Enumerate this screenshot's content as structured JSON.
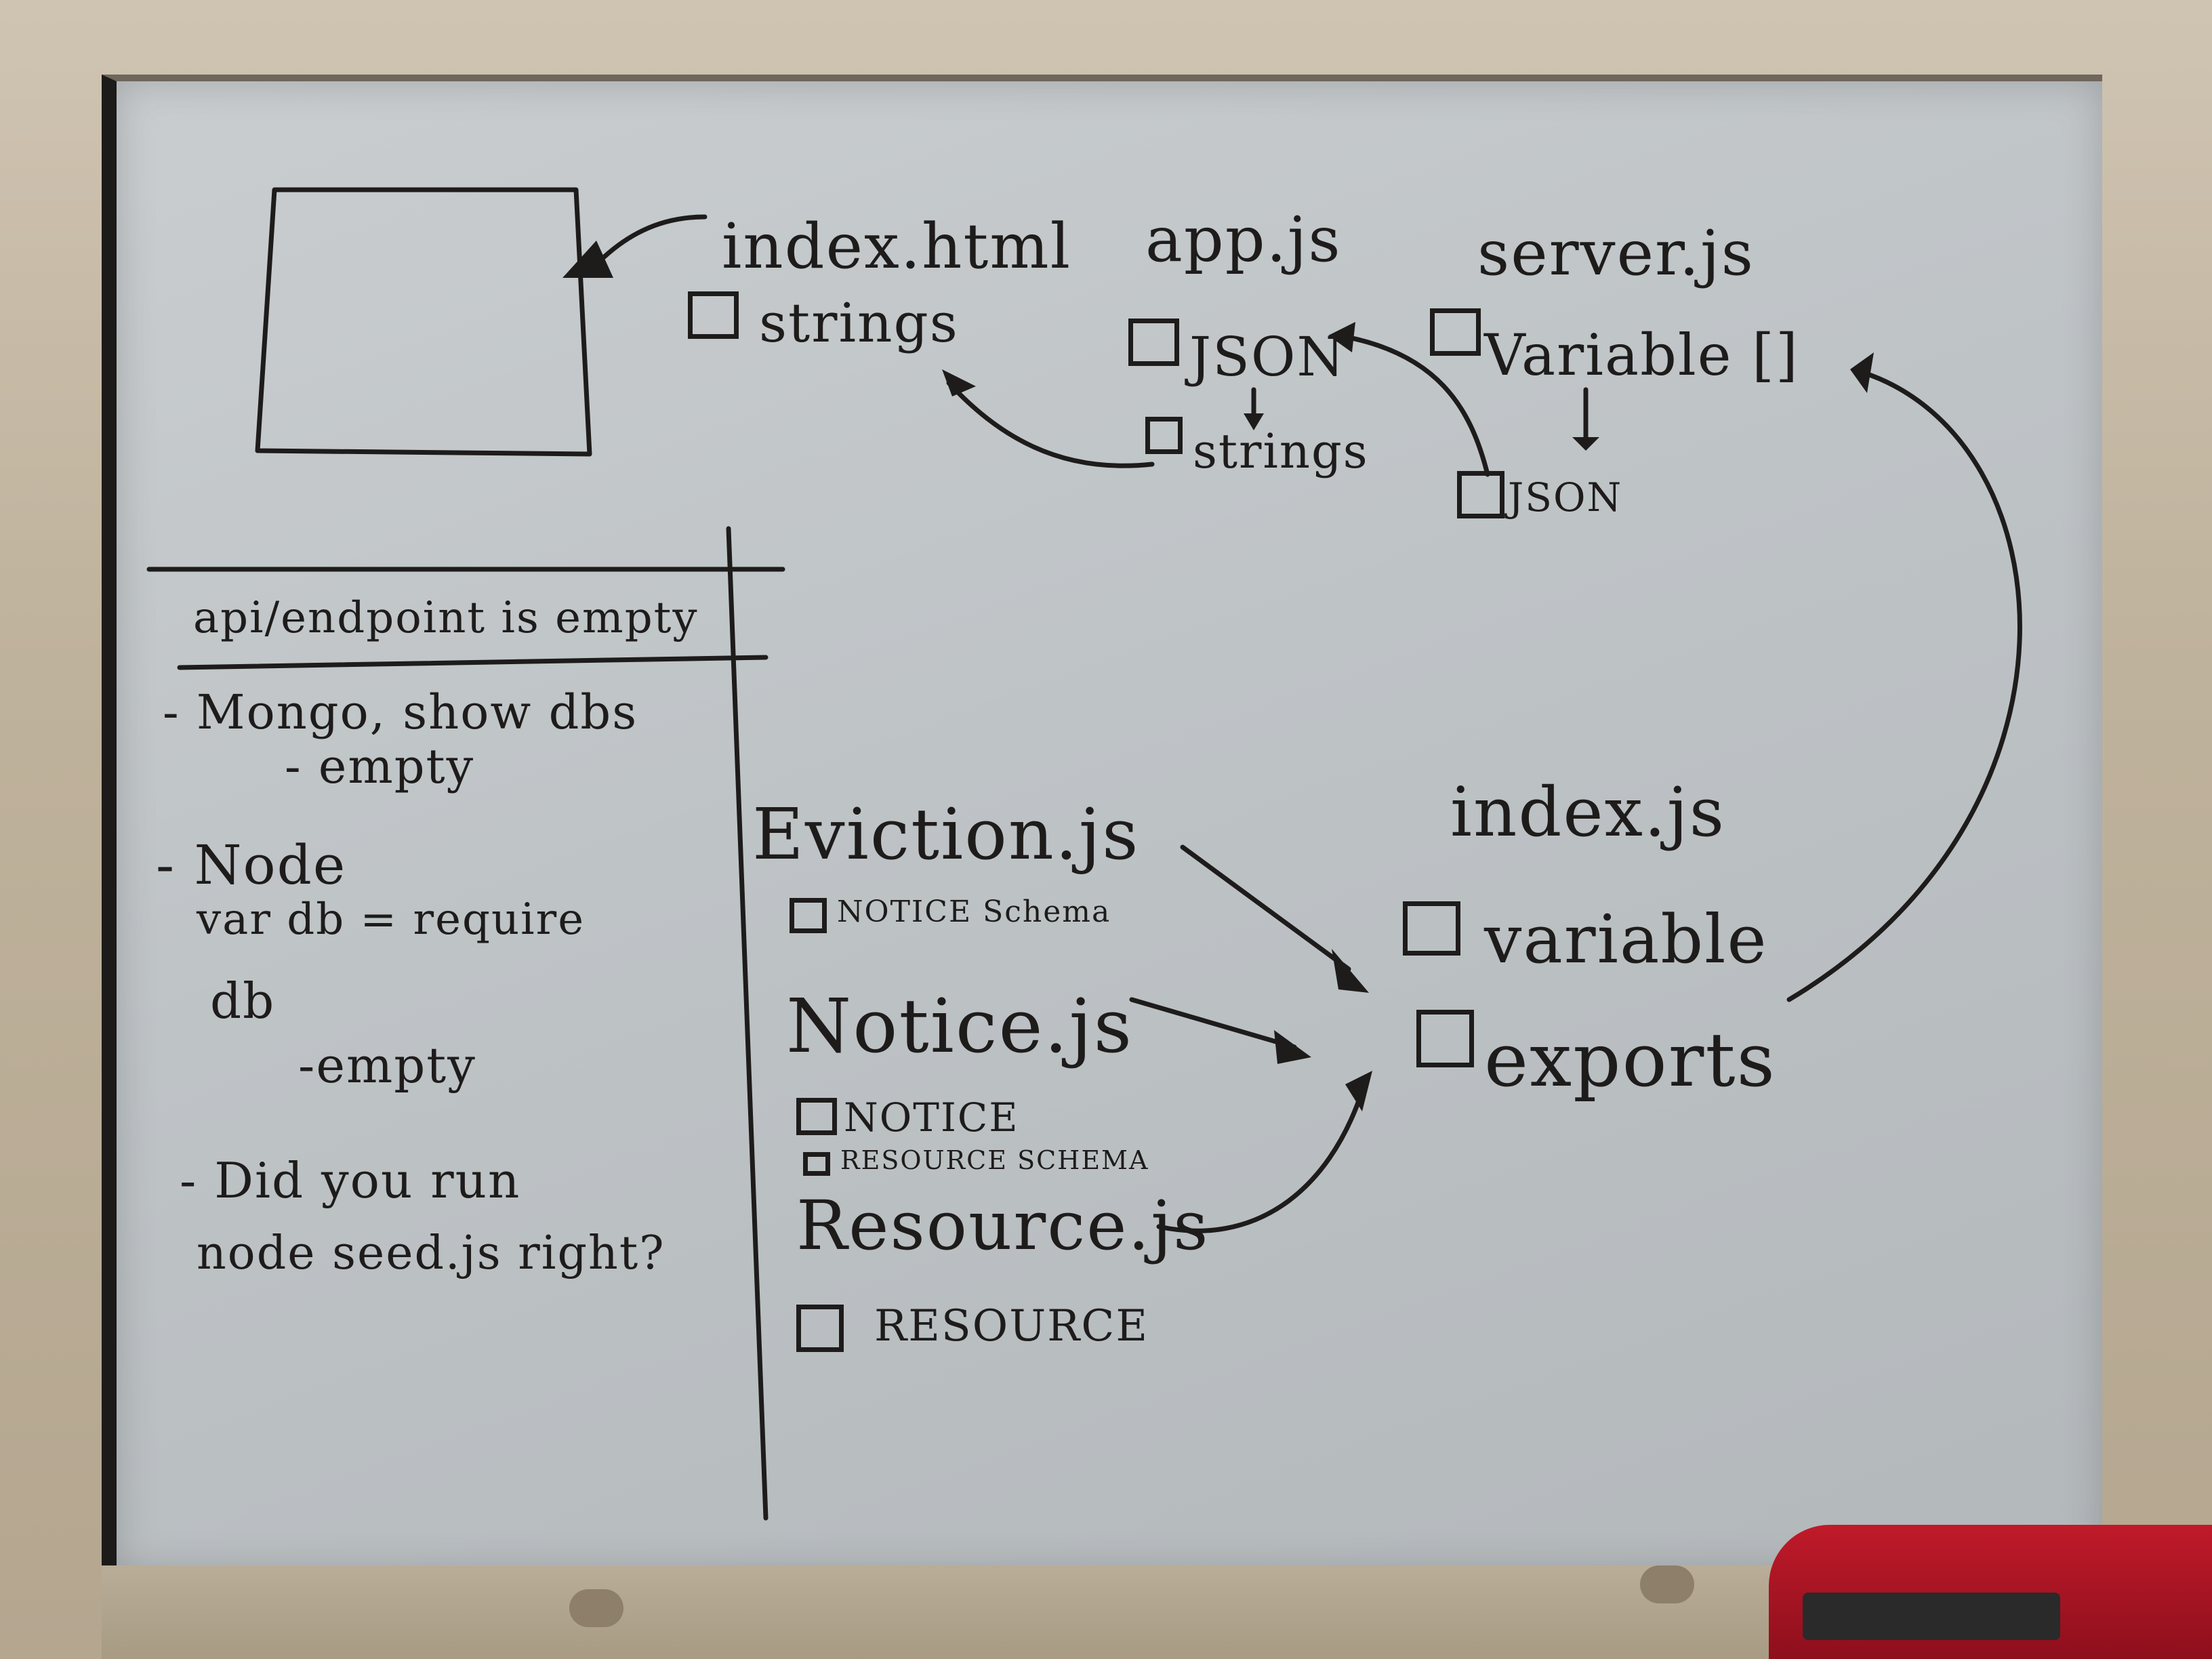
{
  "board": {
    "top_nodes": {
      "index_html": {
        "title": "index.html",
        "item": "strings"
      },
      "app_js": {
        "title": "app.js",
        "items": [
          "JSON",
          "strings"
        ]
      },
      "server_js": {
        "title": "server.js",
        "items": [
          "Variable []",
          "JSON"
        ]
      }
    },
    "notes": {
      "header": "api/endpoint is empty",
      "lines": [
        "- Mongo, show dbs",
        "- empty",
        "- Node",
        "var db = require",
        "db",
        "-empty",
        "- Did you run",
        "node seed.js right?"
      ]
    },
    "models": {
      "eviction": {
        "title": "Eviction.js",
        "items": [
          "NOTICE Schema"
        ]
      },
      "notice": {
        "title": "Notice.js",
        "items": [
          "NOTICE",
          "RESOURCE SCHEMA"
        ]
      },
      "resource": {
        "title": "Resource.js",
        "items": [
          "RESOURCE"
        ]
      }
    },
    "index_js": {
      "title": "index.js",
      "items": [
        "variable",
        "exports"
      ]
    }
  },
  "colors": {
    "ink": "#1e1c1b",
    "board": "#c3c8cb",
    "frame": "#bfb29c",
    "stapler": "#b01626"
  }
}
